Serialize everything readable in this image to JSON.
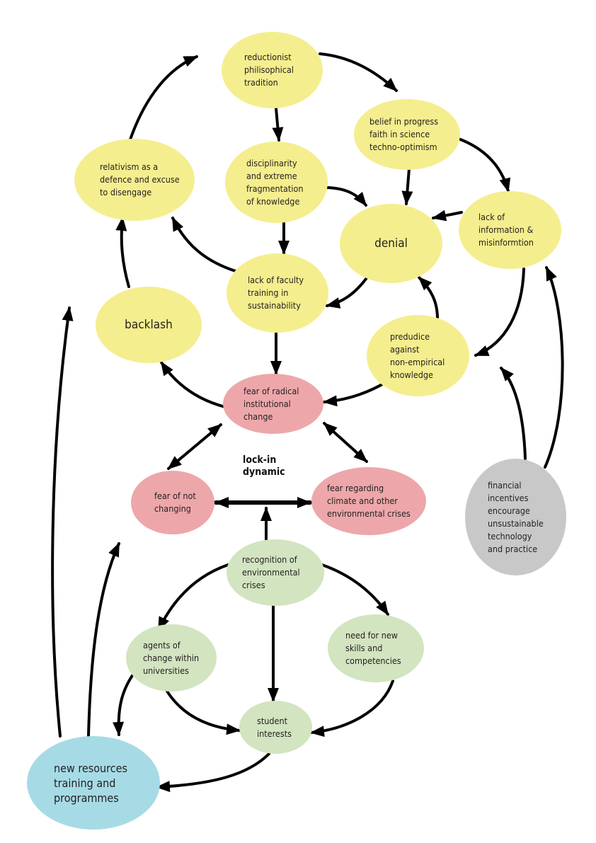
{
  "nodes": {
    "reductionist": "reductionist\nphilisophical\ntradition",
    "belief": "belief in progress\nfaith in science\ntechno-optimism",
    "relativism": "relativism as a\ndefence and excuse\nto disengage",
    "disciplinarity": "disciplinarity\nand extreme\nfragmentation\nof knowledge",
    "lack_info": "lack of\ninformation &\nmisinformtion",
    "denial": "denial",
    "lack_training": "lack of faculty\ntraining in\nsustainability",
    "backlash": "backlash",
    "prejudice": "predudice\nagainst\nnon-empirical\nknowledge",
    "fear_radical": "fear of radical\ninstitutional\nchange",
    "fear_not": "fear of not\nchanging",
    "fear_climate": "fear regarding\nclimate and other\nenvironmental crises",
    "financial": "financial\nincentives\nencourage\nunsustainable\ntechnology\nand practice",
    "recognition": "recognition of\nenvironmental\ncrises",
    "agents": "agents of\nchange within\nuniversities",
    "need_skills": "need for new\nskills and\ncompetencies",
    "student": "student\ninterests",
    "new_resources": "new resources\ntraining and\nprogrammes"
  },
  "lock_in_label": "lock-in\ndynamic",
  "colors": {
    "barrier": "#f5ee8e",
    "fear": "#eda7aa",
    "driver": "#d2e4c0",
    "financial": "#c8c8c8",
    "resources": "#a6dbe6",
    "arrow": "#000000"
  }
}
